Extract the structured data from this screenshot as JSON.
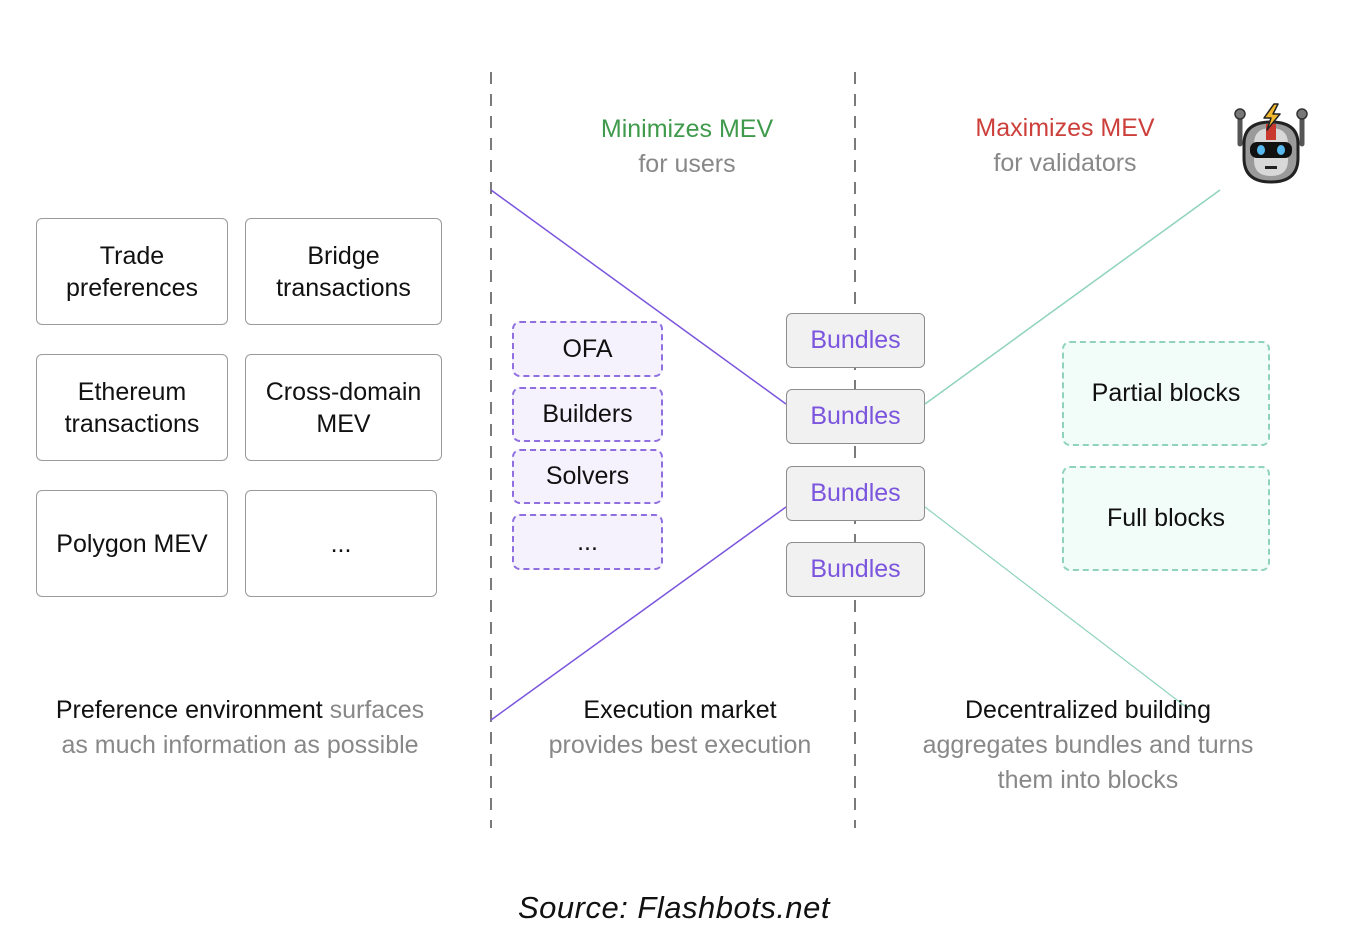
{
  "colors": {
    "minimize": "#3f9a4c",
    "maximize": "#cc3f3b",
    "purple": "#7b55dd",
    "green": "#8fd3bc",
    "muted_text": "#888888"
  },
  "headers": {
    "minimize": {
      "title": "Minimizes MEV",
      "subtitle": "for users"
    },
    "maximize": {
      "title": "Maximizes MEV",
      "subtitle": "for validators"
    }
  },
  "preference_environment": {
    "items": [
      {
        "line1": "Trade",
        "line2": "preferences"
      },
      {
        "line1": "Bridge",
        "line2": "transactions"
      },
      {
        "line1": "Ethereum",
        "line2": "transactions"
      },
      {
        "line1": "Cross-domain",
        "line2": "MEV"
      },
      {
        "line1": "Polygon MEV",
        "line2": ""
      },
      {
        "line1": "...",
        "line2": ""
      }
    ],
    "caption_strong": "Preference environment",
    "caption_rest_line1": " surfaces",
    "caption_line2": "as much information as possible"
  },
  "execution_market": {
    "items": [
      "OFA",
      "Builders",
      "Solvers",
      "..."
    ],
    "caption_strong": "Execution market",
    "caption_line2": "provides best execution"
  },
  "bundles": {
    "items": [
      "Bundles",
      "Bundles",
      "Bundles",
      "Bundles"
    ]
  },
  "decentralized_building": {
    "items": [
      "Partial blocks",
      "Full blocks"
    ],
    "caption_strong": "Decentralized building",
    "caption_line2": "aggregates bundles and turns",
    "caption_line3": "them into blocks"
  },
  "icons": {
    "robot": "robot-with-lightning-icon"
  },
  "source": "Source: Flashbots.net"
}
